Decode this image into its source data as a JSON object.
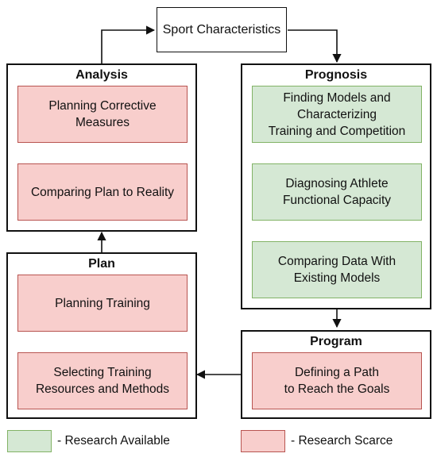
{
  "sport_characteristics": "Sport Characteristics",
  "analysis": {
    "title": "Analysis",
    "items": [
      "Planning Corrective\nMeasures",
      "Comparing Plan to Reality"
    ]
  },
  "prognosis": {
    "title": "Prognosis",
    "items": [
      "Finding Models and\nCharacterizing\nTraining and Competition",
      "Diagnosing Athlete\nFunctional Capacity",
      "Comparing Data With\nExisting Models"
    ]
  },
  "plan": {
    "title": "Plan",
    "items": [
      "Planning Training",
      "Selecting Training\nResources and Methods"
    ]
  },
  "program": {
    "title": "Program",
    "items": [
      "Defining a Path\nto Reach the Goals"
    ]
  },
  "legend": {
    "available": "- Research Available",
    "scarce": "- Research Scarce"
  },
  "colors": {
    "available_fill": "#d5e8d4",
    "available_border": "#82b366",
    "scarce_fill": "#f8cecc",
    "scarce_border": "#b85450"
  }
}
